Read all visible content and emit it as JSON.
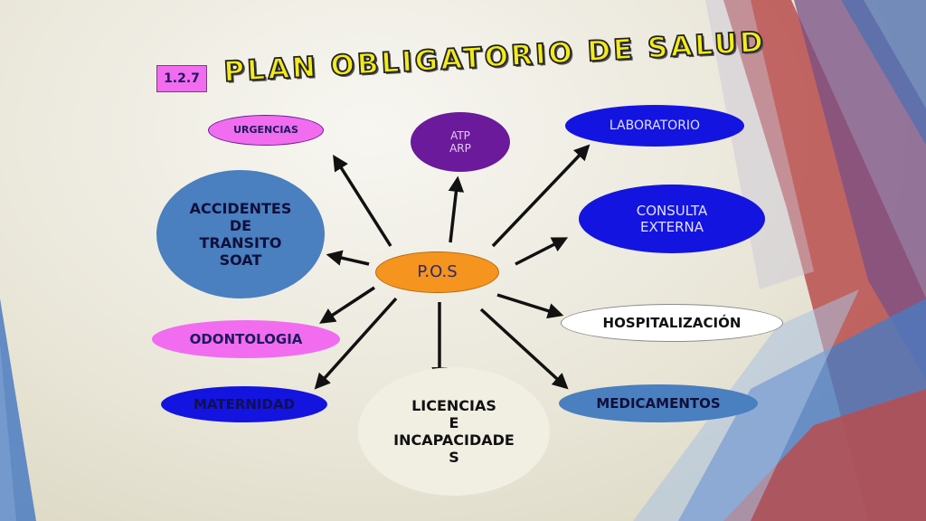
{
  "badge": "1.2.7",
  "title": "PLAN OBLIGATORIO DE SALUD",
  "center": "P.O.S",
  "nodes": {
    "urgencias": "URGENCIAS",
    "atp_arp": [
      "ATP",
      "ARP"
    ],
    "laboratorio": "LABORATORIO",
    "accidentes": [
      "ACCIDENTES",
      "DE",
      "TRANSITO",
      "SOAT"
    ],
    "consulta": [
      "CONSULTA",
      "EXTERNA"
    ],
    "hospitalizacion": "HOSPITALIZACIÓN",
    "odontologia": "ODONTOLOGIA",
    "maternidad": "MATERNIDAD",
    "licencias": [
      "LICENCIAS",
      "E",
      "INCAPACIDADE",
      "S"
    ],
    "medicamentos": "MEDICAMENTOS"
  },
  "colors": {
    "pink": "#f26cf0",
    "purple": "#6a1a9a",
    "blue": "#1414e0",
    "steel": "#4a7fc0",
    "orange": "#f5941e",
    "white": "#ffffff",
    "cream": "#f1efe2"
  }
}
